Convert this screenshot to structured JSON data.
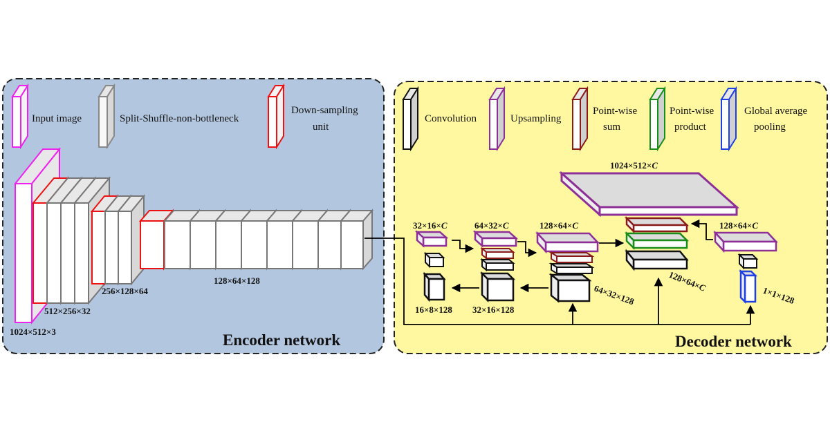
{
  "colors": {
    "encoder_bg": "#b3c6df",
    "decoder_bg": "#fff8a0",
    "input": "#ee22ee",
    "block": "#888888",
    "downsample": "#ee1111",
    "conv": "#111111",
    "upsample": "#8e2f97",
    "sum": "#8b1a1a",
    "product": "#1a8c1a",
    "gap": "#1e3fe6"
  },
  "encoder": {
    "title": "Encoder network",
    "legend": {
      "input": "Input image",
      "ssnb": "Split-Shuffle-non-bottleneck",
      "down_line1": "Down-sampling",
      "down_line2": "unit"
    },
    "dims": {
      "d1": "1024×512×3",
      "d2": "512×256×32",
      "d3": "256×128×64",
      "d4": "128×64×128"
    }
  },
  "decoder": {
    "title": "Decoder network",
    "legend": {
      "conv": "Convolution",
      "up": "Upsampling",
      "sum_line1": "Point-wise",
      "sum_line2": "sum",
      "prod_line1": "Point-wise",
      "prod_line2": "product",
      "gap_line1": "Global average",
      "gap_line2": "pooling"
    },
    "dims": {
      "top": "1024×512×",
      "top_c": "C",
      "b1": "32×16×",
      "b1_c": "C",
      "b2": "64×32×",
      "b2_c": "C",
      "b3": "128×64×",
      "b3_c": "C",
      "b4": "128×64×",
      "b4_c": "C",
      "s1": "16×8×128",
      "s2": "32×16×128",
      "s3": "64×32×128",
      "s4_prefix": "128×64×",
      "s4_c": "C",
      "s5": "1×1×128"
    }
  }
}
